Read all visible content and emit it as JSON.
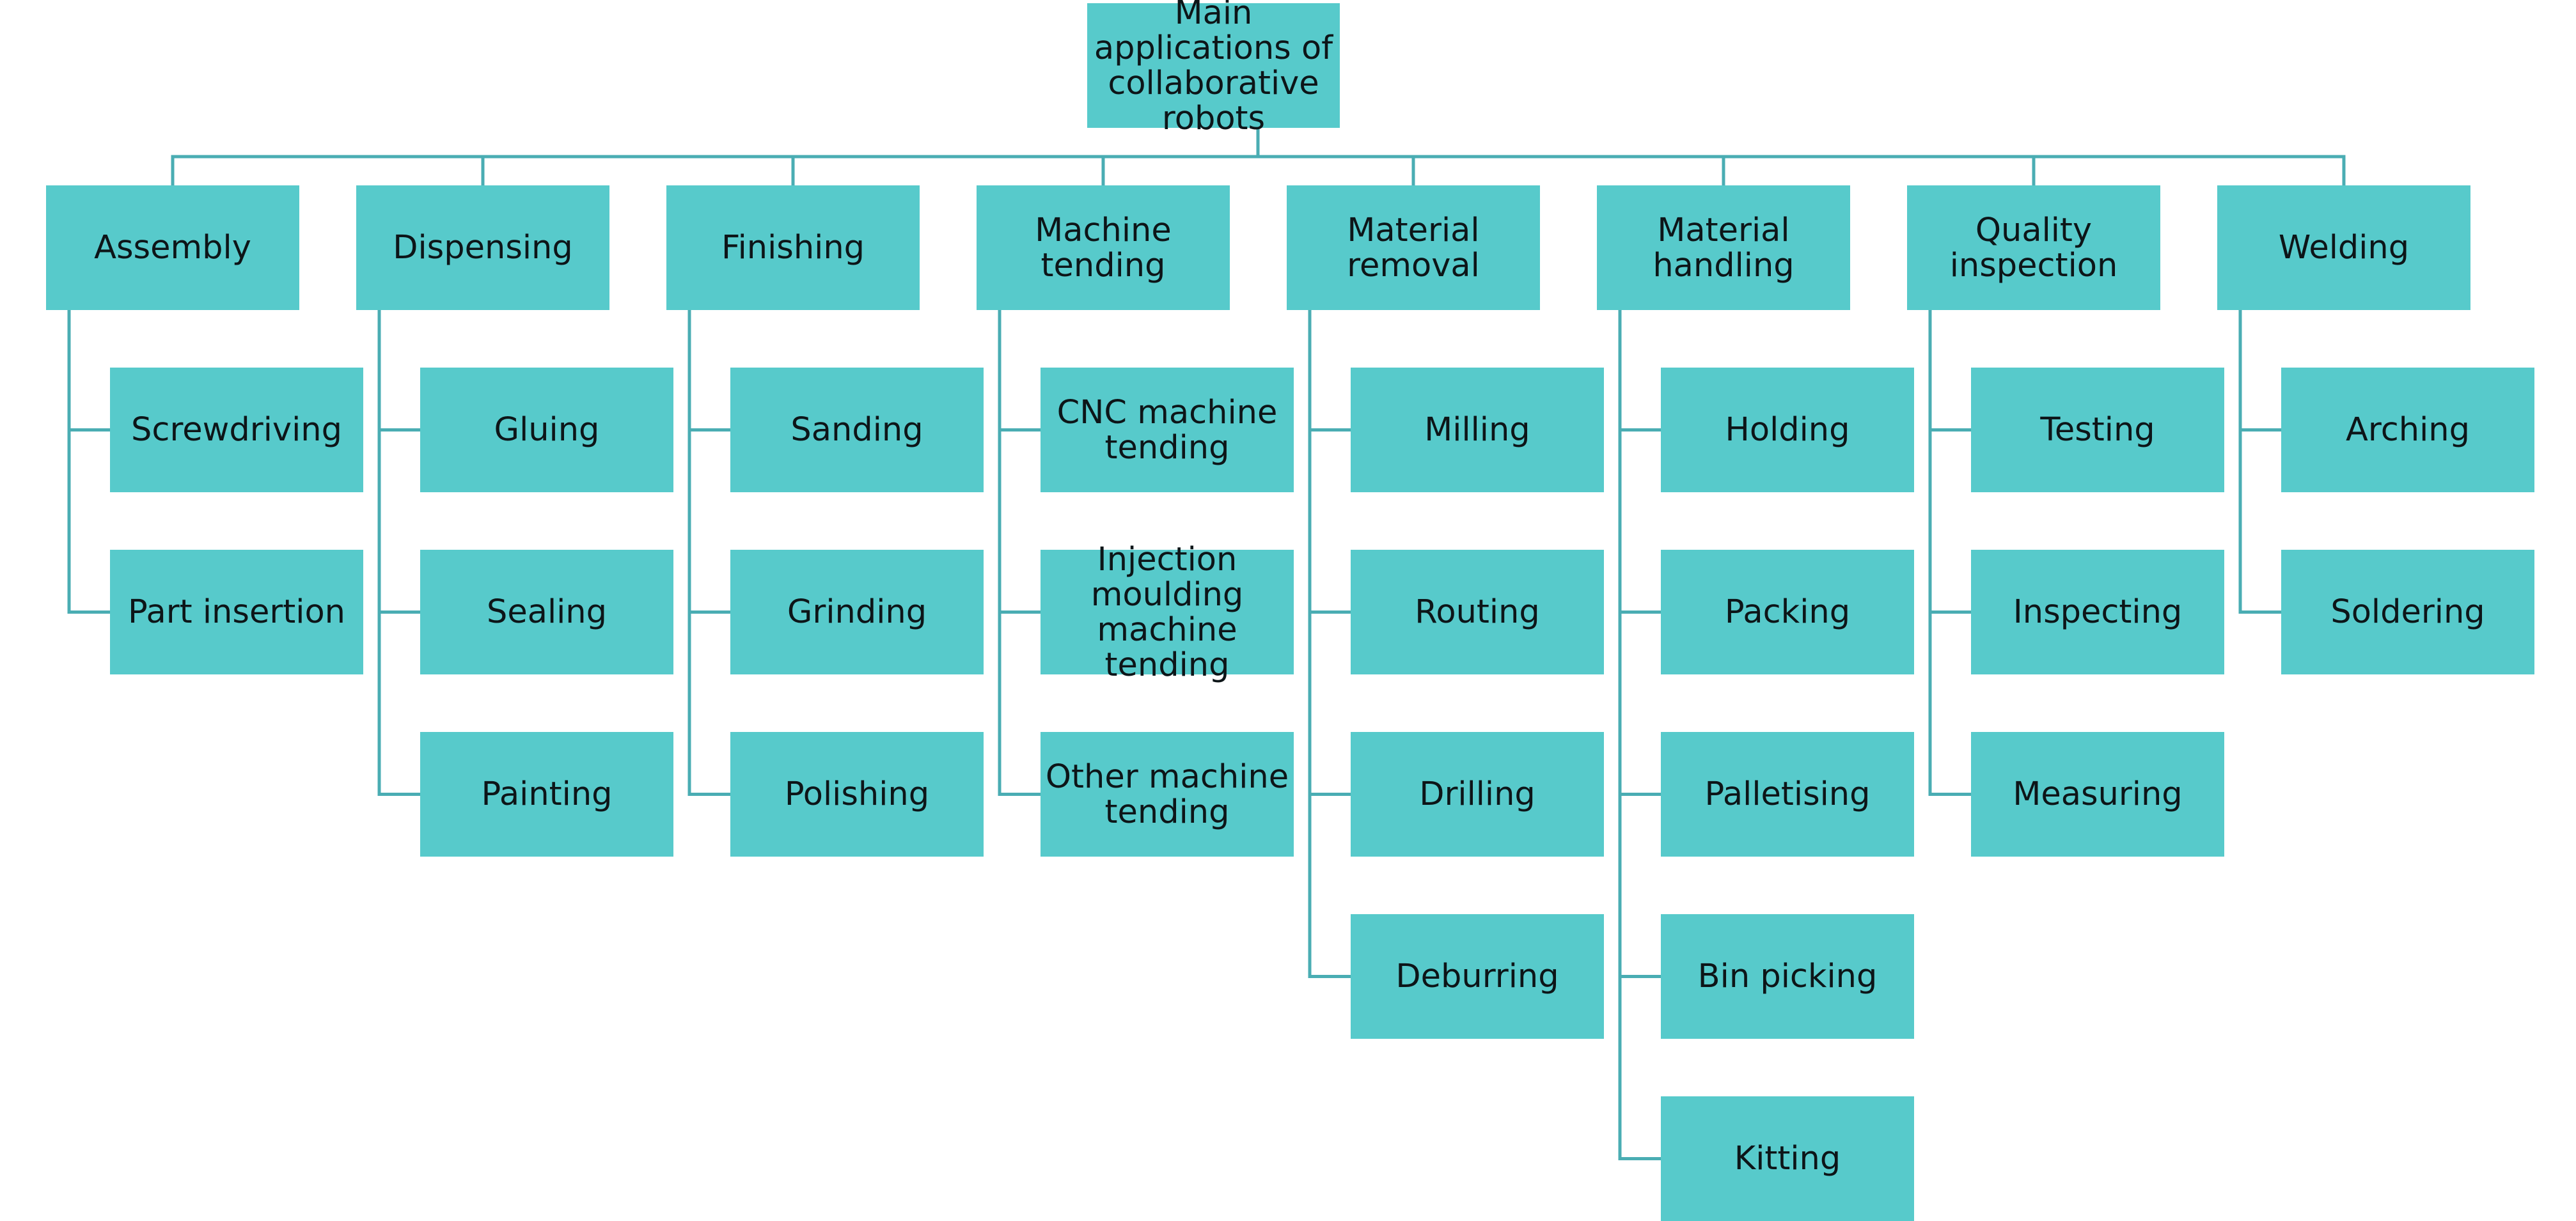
{
  "diagram": {
    "accent_color": "#57cacb",
    "connector_color": "#4aadb3",
    "root": {
      "label": "Main applications of\ncollaborative robots"
    },
    "categories": [
      {
        "label": "Assembly",
        "items": [
          "Screwdriving",
          "Part insertion"
        ]
      },
      {
        "label": "Dispensing",
        "items": [
          "Gluing",
          "Sealing",
          "Painting"
        ]
      },
      {
        "label": "Finishing",
        "items": [
          "Sanding",
          "Grinding",
          "Polishing"
        ]
      },
      {
        "label": "Machine tending",
        "items": [
          "CNC machine\ntending",
          "Injection\nmoulding\nmachine tending",
          "Other machine\ntending"
        ]
      },
      {
        "label": "Material\nremoval",
        "items": [
          "Milling",
          "Routing",
          "Drilling",
          "Deburring"
        ]
      },
      {
        "label": "Material\nhandling",
        "items": [
          "Holding",
          "Packing",
          "Palletising",
          "Bin picking",
          "Kitting"
        ]
      },
      {
        "label": "Quality\ninspection",
        "items": [
          "Testing",
          "Inspecting",
          "Measuring"
        ]
      },
      {
        "label": "Welding",
        "items": [
          "Arching",
          "Soldering"
        ]
      }
    ]
  }
}
